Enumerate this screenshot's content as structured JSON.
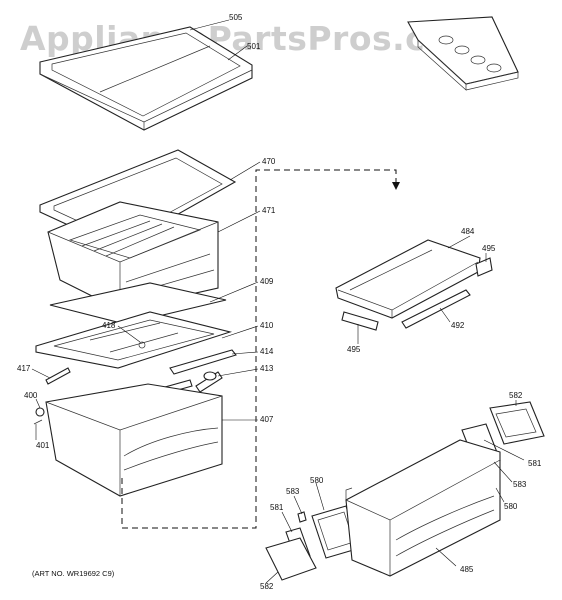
{
  "watermark": "AppliancePartsPros.com",
  "art_number": "(ART NO. WR19692 C9)",
  "parts": [
    {
      "id": "shelf",
      "label": "505"
    },
    {
      "id": "shelf-trim",
      "label": "501"
    },
    {
      "id": "pan-frame",
      "label": "470"
    },
    {
      "id": "pan",
      "label": "471"
    },
    {
      "id": "glass",
      "label": "409"
    },
    {
      "id": "cover-frame",
      "label": "410"
    },
    {
      "id": "insert",
      "label": "418"
    },
    {
      "id": "trim-front",
      "label": "414"
    },
    {
      "id": "roller",
      "label": "413"
    },
    {
      "id": "rod",
      "label": "417"
    },
    {
      "id": "knob",
      "label": "400"
    },
    {
      "id": "screw",
      "label": "401"
    },
    {
      "id": "drawer",
      "label": "407"
    },
    {
      "id": "dairy-cover",
      "label": "484"
    },
    {
      "id": "hinge-right",
      "label": "495"
    },
    {
      "id": "hinge-left",
      "label": "495"
    },
    {
      "id": "dairy-trim",
      "label": "492"
    },
    {
      "id": "bracket-right",
      "label": "582"
    },
    {
      "id": "slide-right",
      "label": "581"
    },
    {
      "id": "pin-right",
      "label": "583"
    },
    {
      "id": "rail-right",
      "label": "580"
    },
    {
      "id": "pin-left",
      "label": "583"
    },
    {
      "id": "rail-left",
      "label": "580"
    },
    {
      "id": "slide-left",
      "label": "581"
    },
    {
      "id": "bracket-left",
      "label": "582"
    },
    {
      "id": "deli-drawer",
      "label": "485"
    }
  ]
}
